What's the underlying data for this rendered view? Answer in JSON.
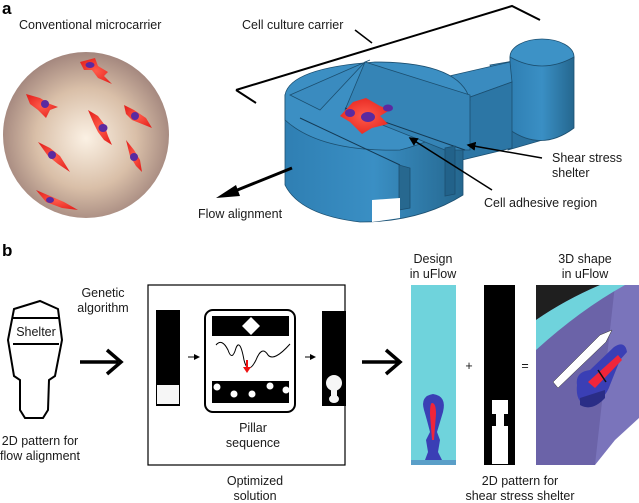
{
  "panel_a": {
    "label": "a",
    "microcarrier_title": "Conventional microcarrier",
    "carrier_label": "Cell culture carrier",
    "flow_label": "Flow alignment",
    "shelter_label_1": "Shear stress",
    "shelter_label_2": "shelter",
    "adhesive_label": "Cell adhesive region"
  },
  "panel_b": {
    "label": "b",
    "shelter_text": "Shelter",
    "pattern_caption_1": "2D pattern for",
    "pattern_caption_2": "flow alignment",
    "ga_label_1": "Genetic",
    "ga_label_2": "algorithm",
    "pillar_label_1": "Pillar",
    "pillar_label_2": "sequence",
    "optimized_1": "Optimized",
    "optimized_2": "solution",
    "design_1": "Design",
    "design_2": "in uFlow",
    "plus": "+",
    "equals": "=",
    "shape3d_1": "3D shape",
    "shape3d_2": "in uFlow",
    "shear_caption_1": "2D pattern for",
    "shear_caption_2": "shear stress shelter"
  },
  "colors": {
    "carrier_blue": "#3a8bbf",
    "cell_red": "#e8322a",
    "nucleus_purple": "#5a2aa0",
    "cyan": "#6fd3dc",
    "violet": "#6b63a8"
  }
}
